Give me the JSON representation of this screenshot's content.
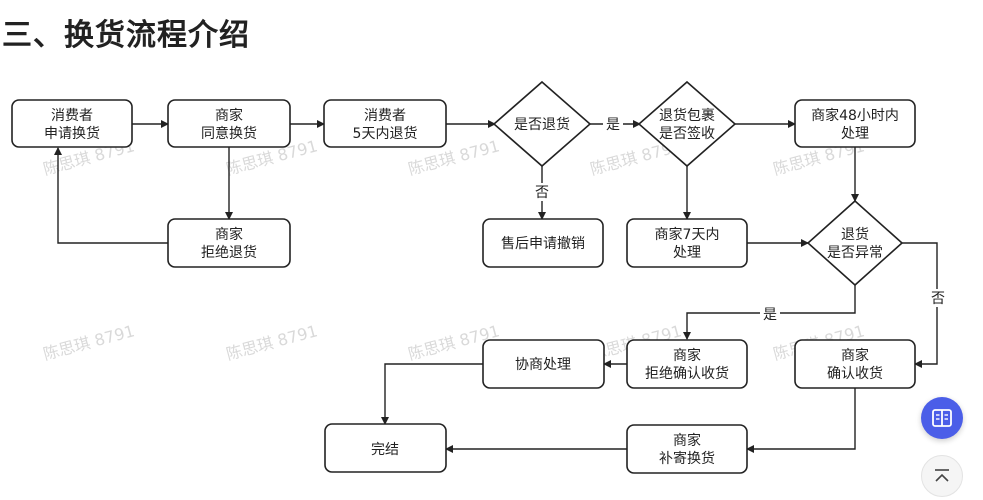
{
  "title": "三、换货流程介绍",
  "watermark": "陈思琪 8791",
  "nodes": {
    "consumer_apply": [
      "消费者",
      "申请换货"
    ],
    "merchant_agree": [
      "商家",
      "同意换货"
    ],
    "consumer_return": [
      "消费者",
      "5天内退货"
    ],
    "decision_return": [
      "是否退货"
    ],
    "decision_signed": [
      "退货包裹",
      "是否签收"
    ],
    "merchant_48h": [
      "商家48小时内",
      "处理"
    ],
    "merchant_reject": [
      "商家",
      "拒绝退货"
    ],
    "cancel_request": [
      "售后申请撤销"
    ],
    "merchant_7d": [
      "商家7天内",
      "处理"
    ],
    "decision_abnormal": [
      "退货",
      "是否异常"
    ],
    "negotiate": [
      "协商处理"
    ],
    "merchant_reject_confirm": [
      "商家",
      "拒绝确认收货"
    ],
    "merchant_confirm": [
      "商家",
      "确认收货"
    ],
    "done": [
      "完结"
    ],
    "merchant_resend": [
      "商家",
      "补寄换货"
    ]
  },
  "edge_labels": {
    "yes": "是",
    "no": "否"
  },
  "icons": {
    "reader": "book-open-icon",
    "top": "chevron-up-icon"
  },
  "colors": {
    "accent": "#4b5ee8"
  }
}
